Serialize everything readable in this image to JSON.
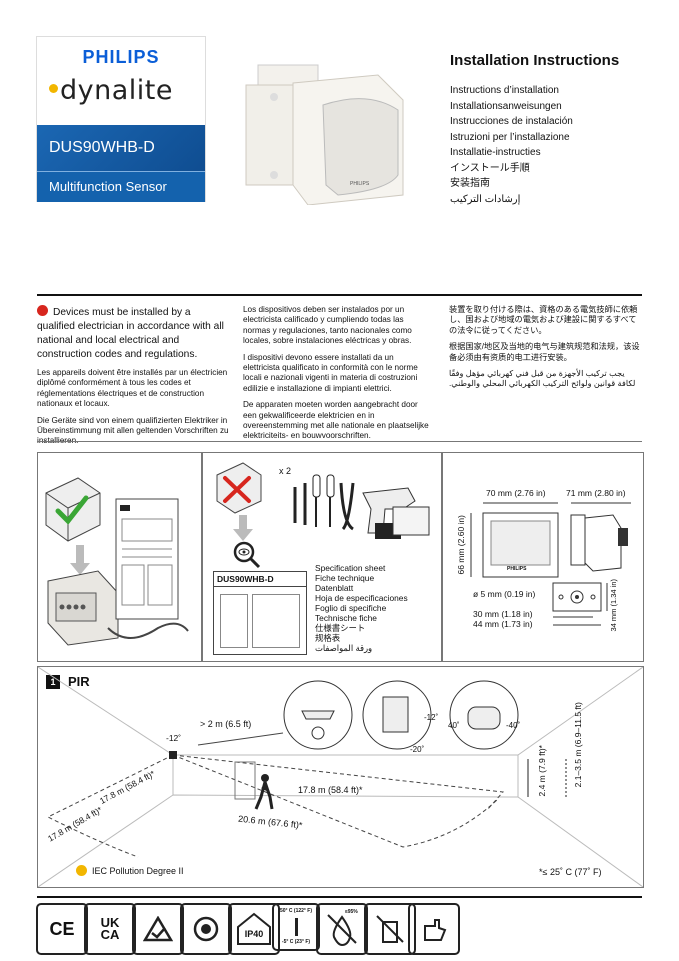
{
  "brand": {
    "philips": "PHILIPS",
    "dynalite": "dynalite",
    "model": "DUS90WHB-D",
    "product_type": "Multifunction Sensor"
  },
  "product_label": "PHILIPS",
  "title": "Installation Instructions",
  "translations": [
    "Instructions d’installation",
    "Installationsanweisungen",
    "Instrucciones de instalación",
    "Istruzioni per l’installazione",
    "Installatie-instructies",
    "インストール手順",
    "安装指南",
    "إرشادات التركيب"
  ],
  "warnings": {
    "col1": {
      "lead": "Devices must be installed by a qualified electrician in accordance with all national and local electrical and construction codes and regulations.",
      "fr": "Les appareils doivent être installés par un électricien diplômé conformément à tous les codes et réglementations électriques et de construction nationaux et locaux.",
      "de": "Die Geräte sind von einem qualifizierten Elektriker in Übereinstimmung mit allen geltenden Vorschriften zu installieren."
    },
    "col2": {
      "es": "Los dispositivos deben ser instalados por un electricista calificado y cumpliendo todas las normas y regulaciones, tanto nacionales como locales, sobre instalaciones eléctricas y obras.",
      "it": "I dispositivi devono essere installati da un elettricista qualificato in conformità con le norme locali e nazionali vigenti in materia di costruzioni edilizie e installazione di impianti elettrici.",
      "nl": "De apparaten moeten worden aangebracht door een gekwalificeerde elektricien en in overeenstemming met alle nationale en plaatselijke elektriciteits- en bouwvoorschriften."
    },
    "col3": {
      "ja": "装置を取り付ける際は、資格のある電気技師に依頼し、国および地域の電気および建設に関するすべての法令に従ってください。",
      "zh": "根据国家/地区及当地的电气与建筑规范和法规，该设备必须由有资质的电工进行安装。",
      "ar": "يجب تركيب الأجهزة من قبل فني كهربائي مؤهل وفقًا لكافة قوانين ولوائح التركيب الكهربائي المحلي والوطني."
    }
  },
  "tools": {
    "screw_count": "x 2"
  },
  "spec_sheet": {
    "model": "DUS90WHB-D",
    "labels": [
      "Specification sheet",
      "Fiche technique",
      "Datenblatt",
      "Hoja de especificaciones",
      "Foglio di specifiche",
      "Technische fiche",
      "仕様書シート",
      "规格表",
      "ورقة المواصفات"
    ]
  },
  "dimensions": {
    "width": "70 mm (2.76 in)",
    "depth": "71 mm (2.80 in)",
    "height": "66 mm (2.60 in)",
    "hole": "ø 5 mm (0.19 in)",
    "hole_spacing": "30 mm (1.18 in)",
    "base_width": "44 mm (1.73 in)",
    "base_height": "34 mm (1.34 in)"
  },
  "section1": {
    "number": "1",
    "title": "PIR",
    "angle_up": "-12˚",
    "clearance": "> 2 m (6.5 ft)",
    "dist_long": "17.8 m (58.4 ft)*",
    "dist_diag": "17.8 m (58.4 ft)*",
    "dist_side": "17.8 m (58.4 ft)*",
    "dist_wide": "20.6 m (67.6 ft)*",
    "height_mount": "2.4 m (7.9 ft)*",
    "height_range": "2.1–3.5 m (6.9–11.5 ft)",
    "tilt_up": "-12˚",
    "tilt_down": "-20˚",
    "rot_left": "40˚",
    "rot_right": "-40˚",
    "pollution": "IEC Pollution Degree II",
    "temp_note": "*≤ 25˚ C (77˚ F)"
  },
  "certifications": {
    "ce": "CE",
    "ukca_top": "UK",
    "ukca_bot": "CA",
    "ip": "IP40",
    "temp_max": "50° C (122° F)",
    "temp_min": "-5° C (23° F)",
    "humidity": "≤95%"
  }
}
